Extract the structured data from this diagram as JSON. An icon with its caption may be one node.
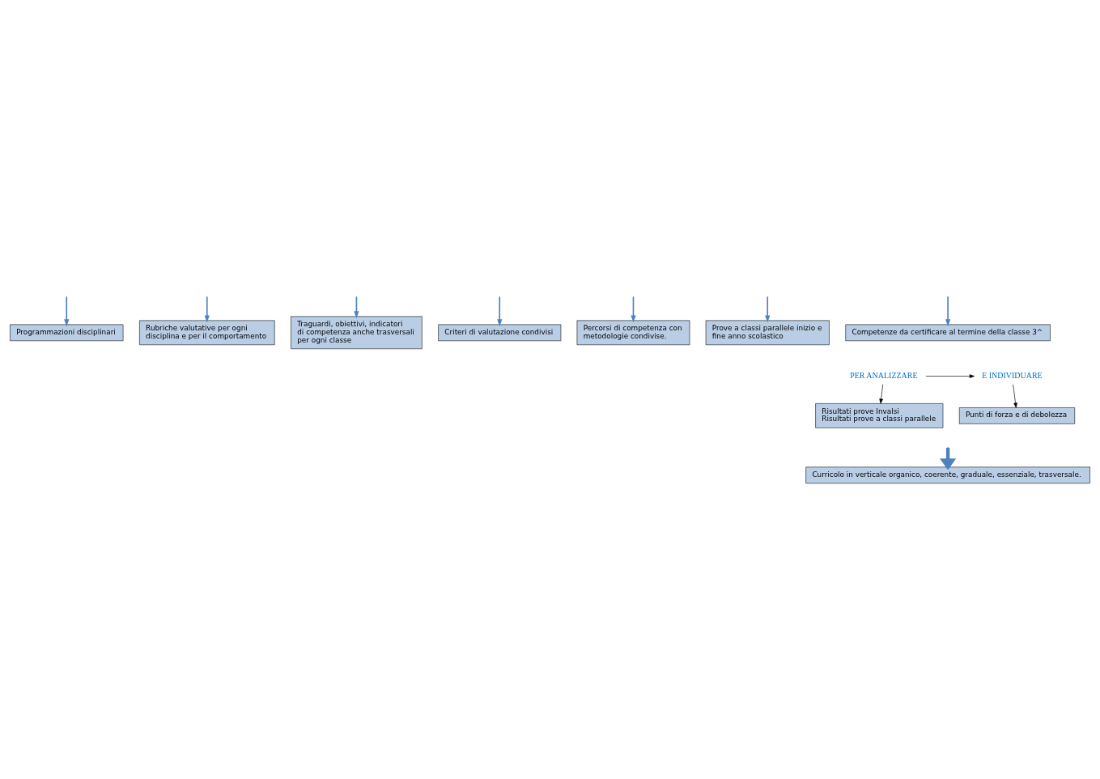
{
  "diagram": {
    "nodes": [
      {
        "text": [
          "Programmazioni disciplinari"
        ]
      },
      {
        "text": [
          "Rubriche valutative per ogni disciplina e per il comportamento"
        ]
      },
      {
        "text": [
          "Traguardi, obiettivi, indicatori di competenza anche trasversali per ogni classe"
        ]
      },
      {
        "text": [
          "Criteri di valutazione condivisi"
        ]
      },
      {
        "text": [
          "Percorsi di competenza con metodologie condivise."
        ]
      },
      {
        "text": [
          "Prove a classi parallele inizio e fine anno scolastico"
        ]
      },
      {
        "text": [
          "Competenze da certificare al termine della classe 3^"
        ]
      },
      {
        "text": [
          "PER ANALIZZARE"
        ]
      },
      {
        "text": [
          "E INDIVIDUARE"
        ]
      },
      {
        "text": [
          "Risultati prove Invalsi",
          "Risultati prove a classi parallele"
        ]
      },
      {
        "text": [
          "Punti di forza e di debolezza"
        ]
      },
      {
        "text": [
          "Curricolo in verticale organico, coerente, graduale, essenziale, trasversale."
        ]
      }
    ],
    "edges": [
      {
        "from": null,
        "to": 0,
        "arrow": "to"
      },
      {
        "from": null,
        "to": 1,
        "arrow": "to"
      },
      {
        "from": null,
        "to": 2,
        "arrow": "to"
      },
      {
        "from": null,
        "to": 3,
        "arrow": "to"
      },
      {
        "from": null,
        "to": 4,
        "arrow": "to"
      },
      {
        "from": null,
        "to": 5,
        "arrow": "to"
      },
      {
        "from": null,
        "to": 6,
        "arrow": "to"
      },
      {
        "from": 7,
        "to": 8,
        "arrow": "to",
        "color": "#000000"
      },
      {
        "from": 7,
        "to": 9,
        "arrow": "to",
        "color": "#000000"
      },
      {
        "from": 8,
        "to": 10,
        "arrow": "to",
        "color": "#000000"
      },
      {
        "from": null,
        "to": 11,
        "arrow": "to",
        "style": "thick"
      }
    ]
  }
}
